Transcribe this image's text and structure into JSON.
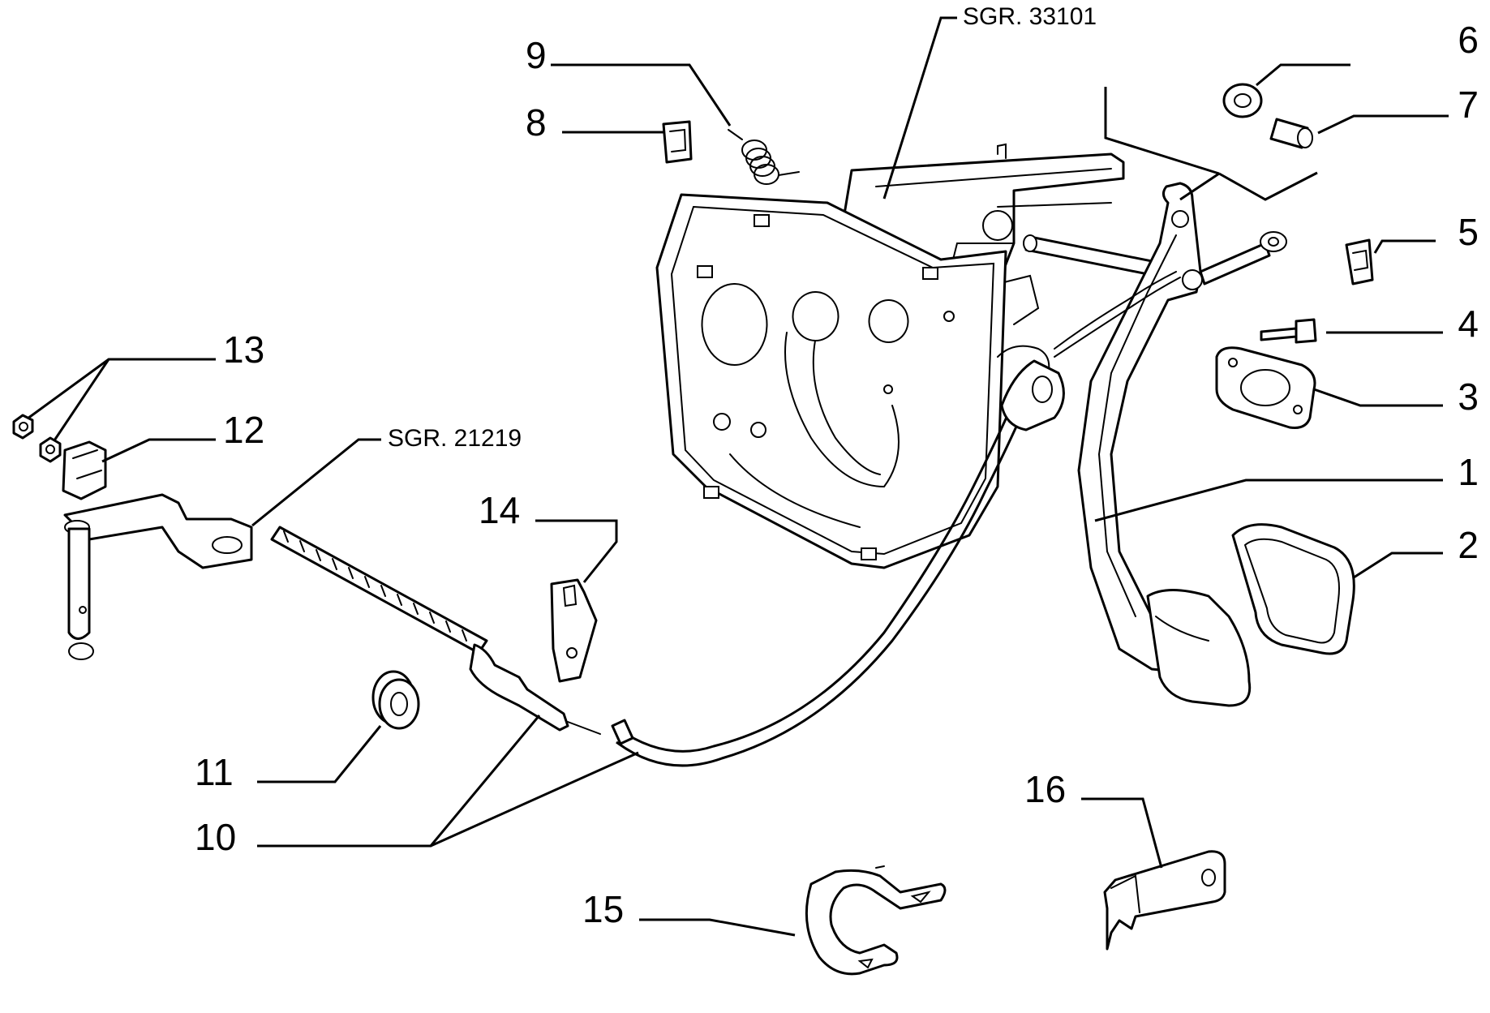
{
  "diagram": {
    "callouts": [
      {
        "id": "1",
        "text": "1"
      },
      {
        "id": "2",
        "text": "2"
      },
      {
        "id": "3",
        "text": "3"
      },
      {
        "id": "4",
        "text": "4"
      },
      {
        "id": "5",
        "text": "5"
      },
      {
        "id": "6",
        "text": "6"
      },
      {
        "id": "7",
        "text": "7"
      },
      {
        "id": "8",
        "text": "8"
      },
      {
        "id": "9",
        "text": "9"
      },
      {
        "id": "10",
        "text": "10"
      },
      {
        "id": "11",
        "text": "11"
      },
      {
        "id": "12",
        "text": "12"
      },
      {
        "id": "13",
        "text": "13"
      },
      {
        "id": "14",
        "text": "14"
      },
      {
        "id": "15",
        "text": "15"
      },
      {
        "id": "16",
        "text": "16"
      }
    ],
    "references": [
      {
        "id": "sgr-33101",
        "text": "SGR. 33101"
      },
      {
        "id": "sgr-21219",
        "text": "SGR. 21219"
      }
    ]
  }
}
